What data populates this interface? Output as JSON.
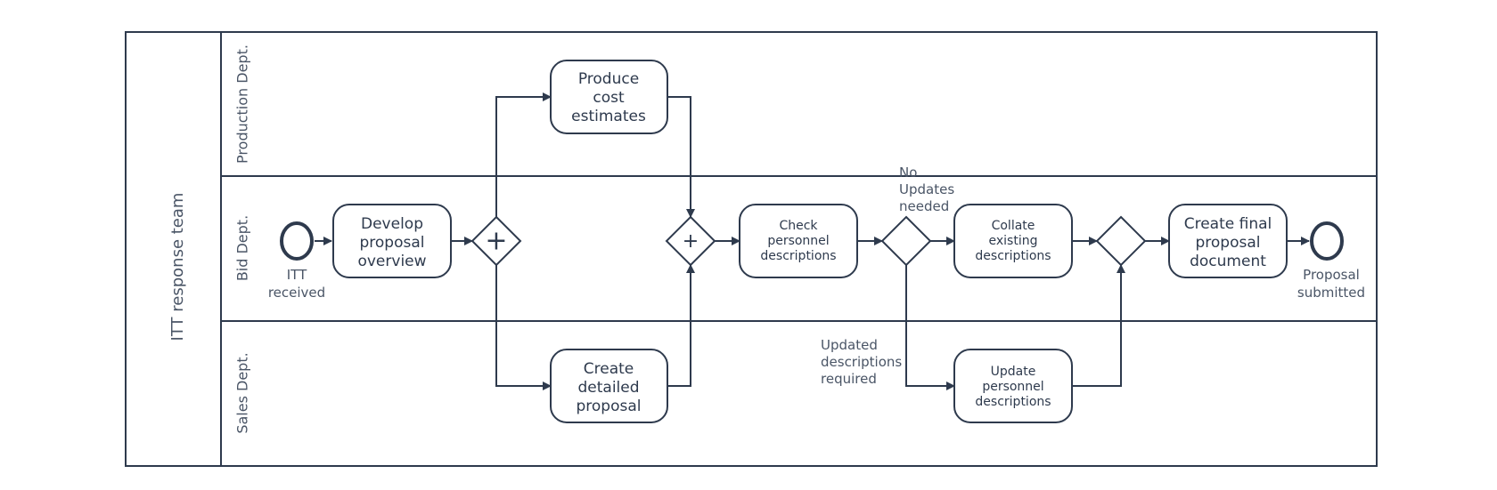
{
  "pool": {
    "label": "ITT response team"
  },
  "lanes": {
    "production": "Production Dept.",
    "bid": "Bid Dept.",
    "sales": "Sales Dept."
  },
  "events": {
    "start": [
      "ITT",
      "received"
    ],
    "end": [
      "Proposal",
      "submitted"
    ]
  },
  "tasks": {
    "develop": [
      "Develop",
      "proposal",
      "overview"
    ],
    "produce": [
      "Produce",
      "cost",
      "estimates"
    ],
    "create_detailed": [
      "Create",
      "detailed",
      "proposal"
    ],
    "check": [
      "Check",
      "personnel",
      "descriptions"
    ],
    "collate": [
      "Collate",
      "existing",
      "descriptions"
    ],
    "update": [
      "Update",
      "personnel",
      "descriptions"
    ],
    "create_final": [
      "Create final",
      "proposal",
      "document"
    ]
  },
  "flow_labels": {
    "no_updates": [
      "No",
      "Updates",
      "needed"
    ],
    "updated_required": [
      "Updated",
      "descriptions",
      "required"
    ]
  },
  "gateway_symbols": {
    "parallel": "+"
  }
}
